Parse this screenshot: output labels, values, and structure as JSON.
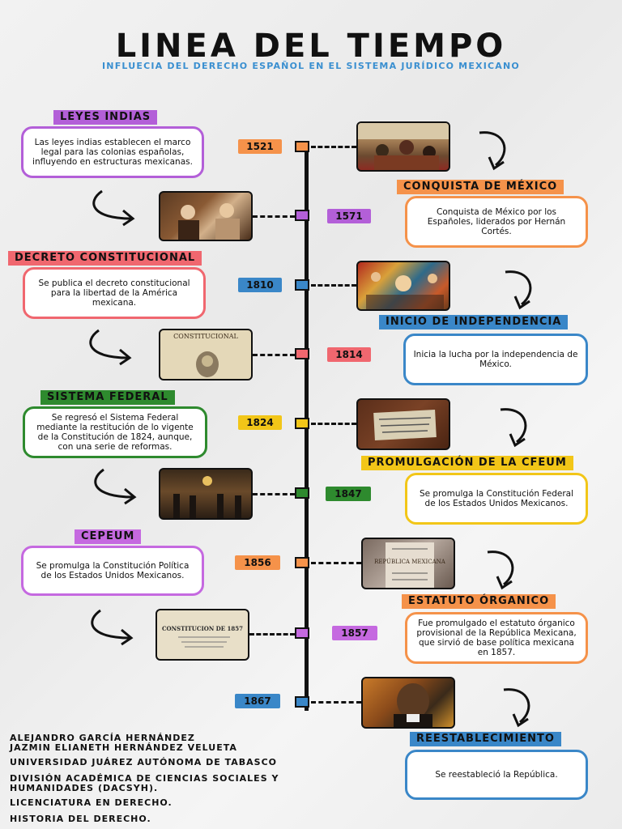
{
  "title": "LINEA DEL TIEMPO",
  "subtitle": "INFLUECIA DEL DERECHO ESPAÑOL EN EL SISTEMA JURÍDICO MEXICANO",
  "events": [
    {
      "year": "1521",
      "label": "LEYES INDIAS",
      "text": "Las leyes indias establecen el marco legal para las colonias españolas, influyendo en estructuras mexicanas.",
      "color": "#b35fd8"
    },
    {
      "year": "1571",
      "label": "CONQUISTA DE MÉXICO",
      "text": "Conquista de México por los Españoles, liderados por Hernán Cortés.",
      "color": "#f5924a"
    },
    {
      "year": "1810",
      "label": "DECRETO CONSTITUCIONAL",
      "text": "Se publica el decreto constitucional para la libertad de la América mexicana.",
      "color": "#f0676f"
    },
    {
      "year": "1814",
      "label": "INICIO DE INDEPENDENCIA",
      "text": "Inicia la lucha por la independencia de México.",
      "color": "#3a87c8"
    },
    {
      "year": "1824",
      "label": "SISTEMA FEDERAL",
      "text": "Se regresó el Sistema Federal mediante la restitución de lo vigente de la Constitución de 1824, aunque, con una serie de reformas.",
      "color": "#2e8a2e"
    },
    {
      "year": "1847",
      "label": "PROMULGACIÓN DE LA CFEUM",
      "text": "Se promulga la Constitución Federal de los Estados Unidos Mexicanos.",
      "color": "#f2c618"
    },
    {
      "year": "1856",
      "label": "CEPEUM",
      "text": "Se promulga la Constitución Política de los Estados Unidos Mexicanos.",
      "color": "#c569e0"
    },
    {
      "year": "1857",
      "label": "ESTATUTO ÓRGANICO",
      "text": "Fue promulgado el estatuto órganico provisional de la República Mexicana, que sirvió de base política mexicana en 1857.",
      "color": "#f5924a"
    },
    {
      "year": "1867",
      "label": "REESTABLECIMIENTO",
      "text": "Se reestableció la República.",
      "color": "#3a87c8"
    }
  ],
  "node_colors": [
    "#f5924a",
    "#b35fd8",
    "#3a87c8",
    "#f0676f",
    "#f2c618",
    "#2e8a2e",
    "#f5924a",
    "#c569e0",
    "#3a87c8"
  ],
  "year_colors": [
    "#f5924a",
    "#b35fd8",
    "#3a87c8",
    "#f0676f",
    "#f2c618",
    "#2e8a2e",
    "#f5924a",
    "#c569e0",
    "#3a87c8"
  ],
  "images": {
    "img1": {
      "name": "conquest-painting-image",
      "caption": ""
    },
    "img2": {
      "name": "colonial-scene-image",
      "caption": ""
    },
    "img3": {
      "name": "independence-mural-image",
      "caption": ""
    },
    "img4": {
      "name": "constitucional-document-image",
      "caption": "CONSTITUCIONAL"
    },
    "img5": {
      "name": "federal-constitution-document-image",
      "caption": ""
    },
    "img6": {
      "name": "congress-hall-image",
      "caption": ""
    },
    "img7": {
      "name": "republica-mexicana-document-image",
      "caption": "REPÚBLICA MEXICANA"
    },
    "img8": {
      "name": "constitucion-1857-document-image",
      "caption": "CONSTITUCION DE 1857"
    },
    "img9": {
      "name": "juarez-portrait-image",
      "caption": ""
    }
  },
  "credits": [
    "ALEJANDRO GARCÍA HERNÁNDEZ",
    "JAZMIN ELIANETH HERNÁNDEZ VELUETA",
    "UNIVERSIDAD JUÁREZ AUTÓNOMA DE TABASCO",
    "DIVISIÓN ACADÉMICA DE CIENCIAS SOCIALES Y HUMANIDADES (DACSYH).",
    "LICENCIATURA EN DERECHO.",
    "HISTORIA DEL DERECHO."
  ]
}
